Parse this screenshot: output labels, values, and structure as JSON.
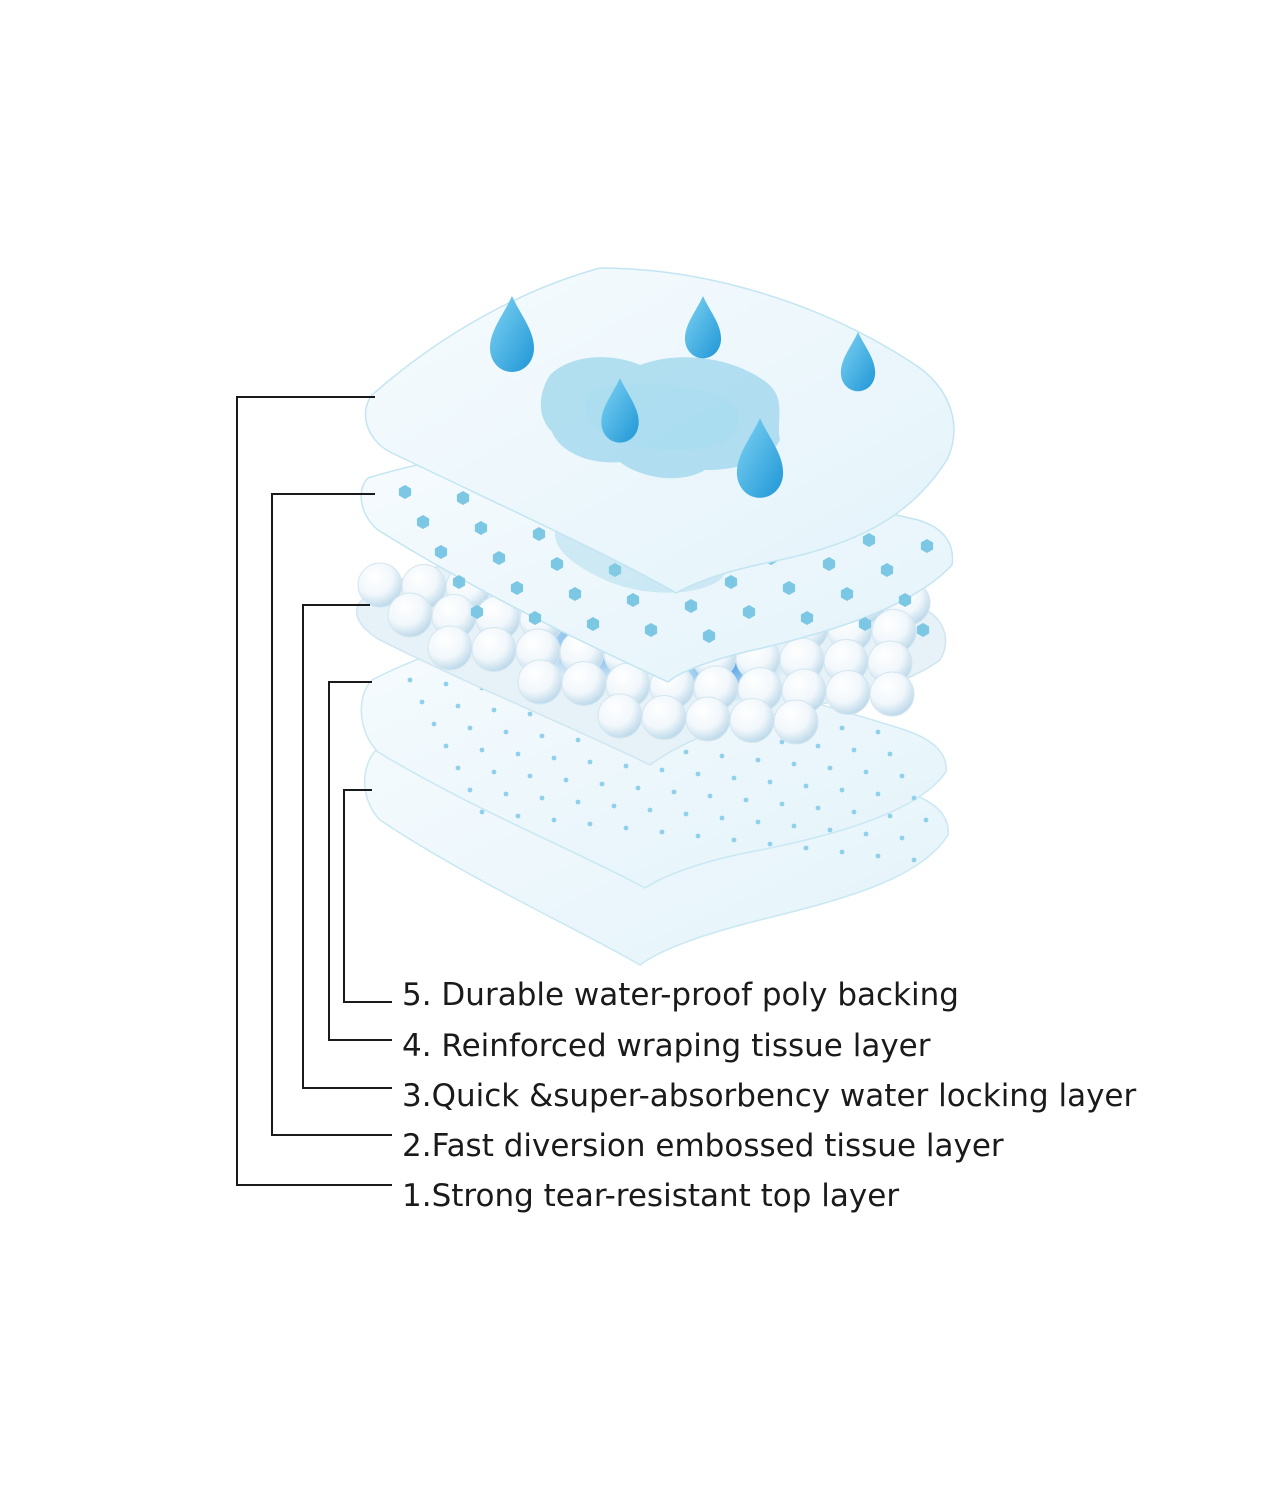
{
  "layers": [
    {
      "id": "layer-5",
      "label": "5. Durable water-proof poly backing"
    },
    {
      "id": "layer-4",
      "label": "4. Reinforced wraping tissue layer"
    },
    {
      "id": "layer-3",
      "label": "3.Quick &super-absorbency water locking layer"
    },
    {
      "id": "layer-2",
      "label": "2.Fast diversion embossed tissue layer"
    },
    {
      "id": "layer-1",
      "label": "1.Strong tear-resistant top layer"
    }
  ],
  "colors": {
    "sheet_fill": "#eef8fc",
    "sheet_edge": "#bfe3f1",
    "drop": "#2fa8de",
    "stain": "#7fcbe6",
    "dot": "#8fd0ea",
    "bead": "#ffffff",
    "bead_shade": "#bcd9ea",
    "wet_core": "#3a9ee6",
    "leader_line": "#1a1a1a"
  },
  "icons": [
    "water-drop-icon",
    "embossed-dot-icon",
    "absorbent-bead-icon"
  ]
}
